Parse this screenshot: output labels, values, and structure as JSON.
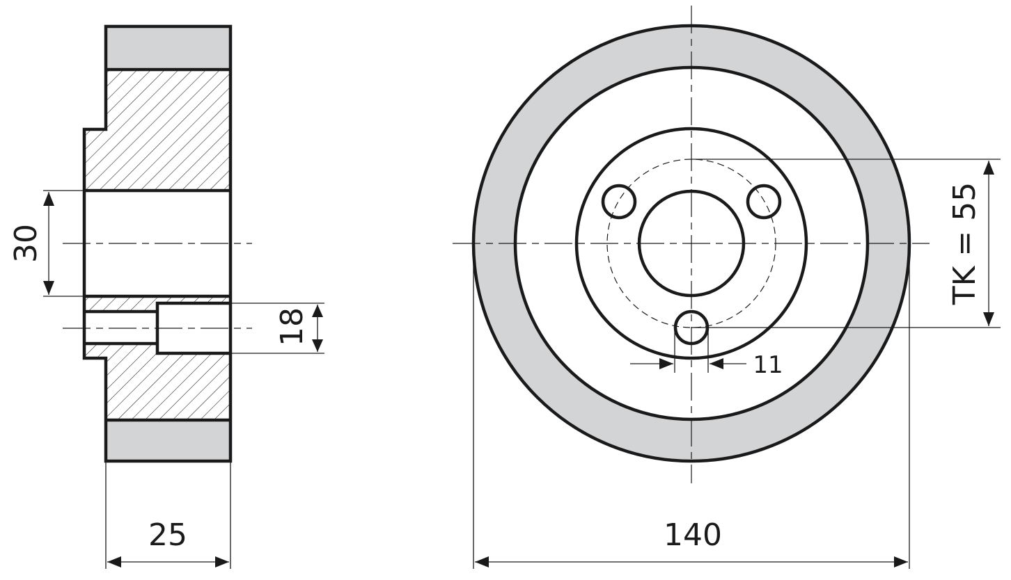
{
  "dimensions": {
    "bore_diameter": "30",
    "counterbore_diameter": "18",
    "width": "25",
    "outer_diameter": "140",
    "bolt_circle": "TK = 55",
    "hole_diameter": "11"
  },
  "colors": {
    "line": "#1a1a1a",
    "tread": "#d3d4d6",
    "background": "#ffffff"
  }
}
